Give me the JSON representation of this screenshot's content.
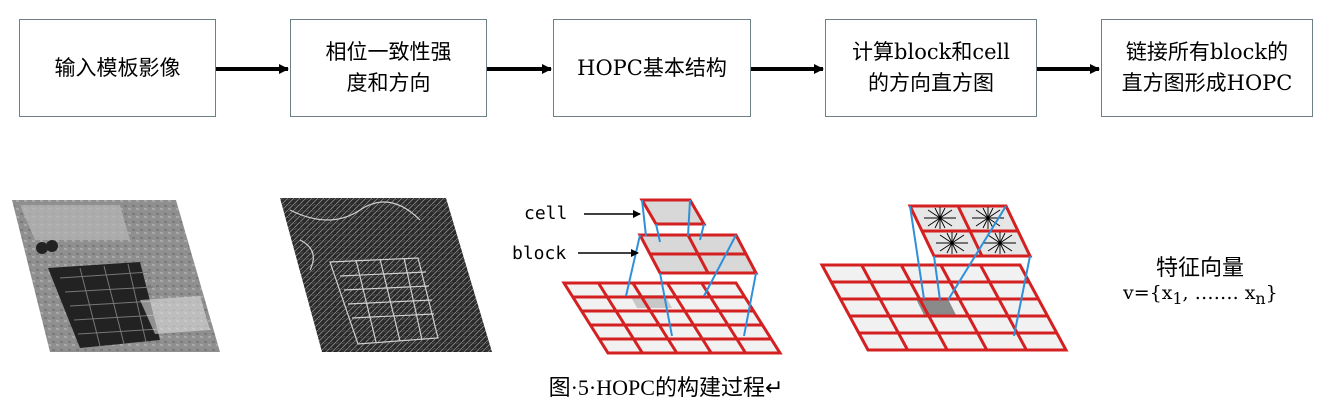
{
  "flow": {
    "steps": [
      {
        "lines": [
          "输入模板影像"
        ]
      },
      {
        "lines": [
          "相位一致性强",
          "度和方向"
        ]
      },
      {
        "lines": [
          "HOPC基本结构"
        ]
      },
      {
        "lines": [
          "计算block和cell",
          "的方向直方图"
        ]
      },
      {
        "lines": [
          "链接所有block的",
          "直方图形成HOPC"
        ]
      }
    ]
  },
  "labels": {
    "cell": "cell",
    "block": "block"
  },
  "feature_vector": {
    "title": "特征向量",
    "prefix": "v={x",
    "sub1": "1",
    "middle": ", ……. x",
    "subn": "n",
    "suffix": "}"
  },
  "caption": "图·5·HOPC的构建过程↵",
  "colors": {
    "grid_line": "#d42020",
    "grid_fill": "#f2f2f2",
    "link": "#2f8fd8",
    "box_border": "#6f7f86"
  }
}
